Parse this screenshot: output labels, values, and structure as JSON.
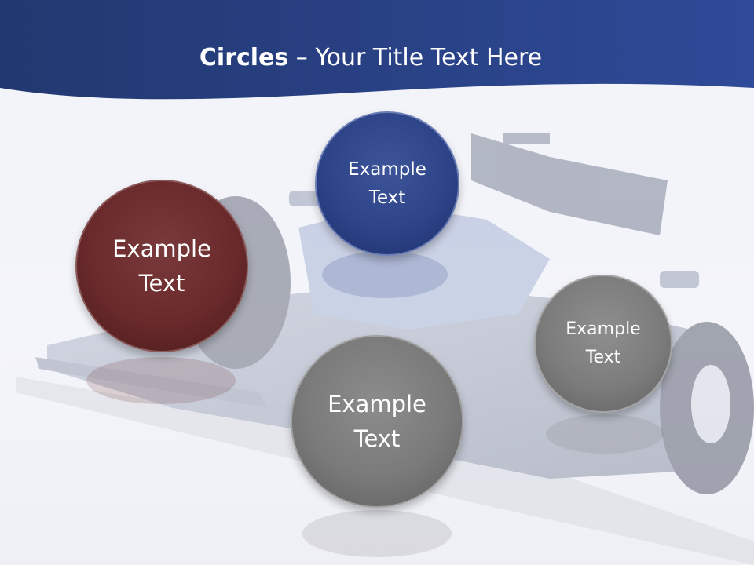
{
  "slide": {
    "title_bold": "Circles",
    "title_rest": " – Your Title Text Here"
  },
  "circles": [
    {
      "line1": "Example",
      "line2": "Text",
      "color": "#6a2a2c"
    },
    {
      "line1": "Example",
      "line2": "Text",
      "color": "#2d4489"
    },
    {
      "line1": "Example",
      "line2": "Text",
      "color": "#7a7a7a"
    },
    {
      "line1": "Example",
      "line2": "Text",
      "color": "#7c7c7c"
    }
  ],
  "colors": {
    "banner": "#2b4383",
    "background": "#f4f5fa"
  },
  "icons": {
    "background_picture": "formula-one-race-car"
  }
}
